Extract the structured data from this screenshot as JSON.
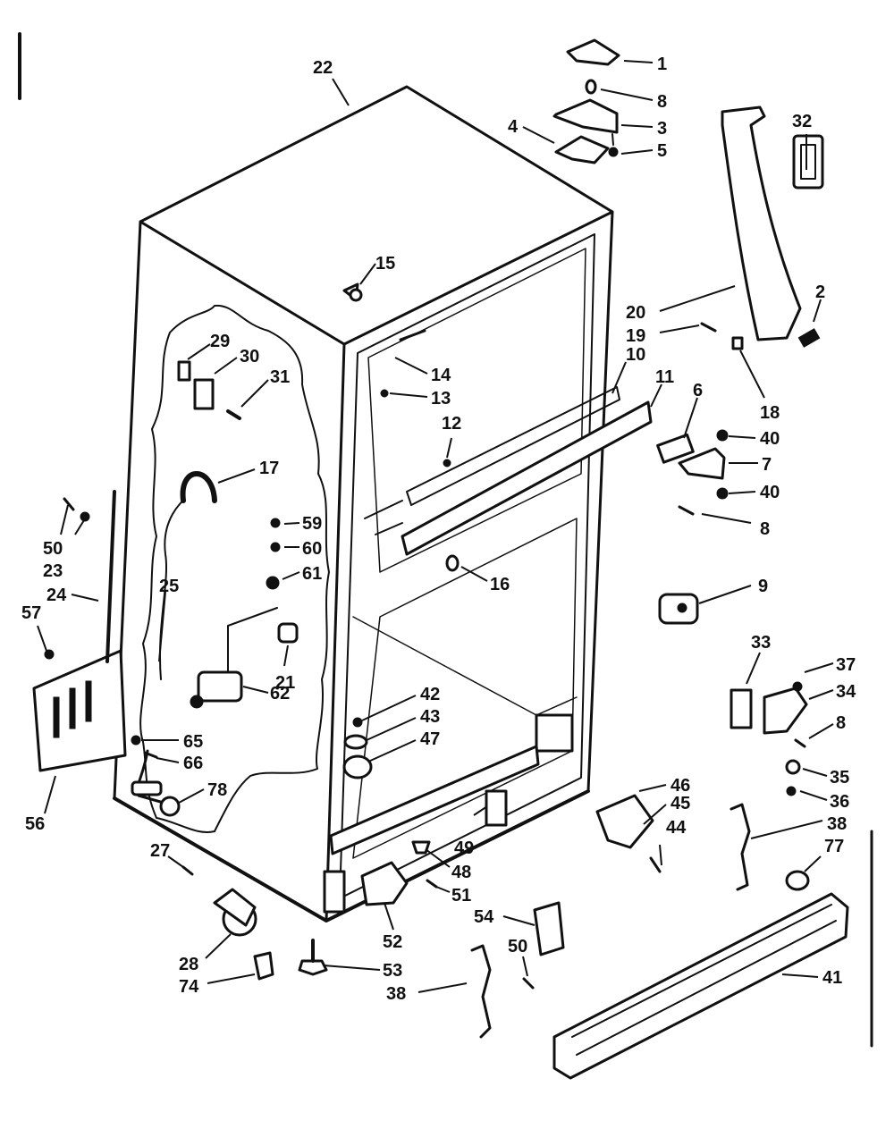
{
  "labels": {
    "p1": "1",
    "p2": "2",
    "p3": "3",
    "p4": "4",
    "p5": "5",
    "p6": "6",
    "p7": "7",
    "p8a": "8",
    "p8b": "8",
    "p8c": "8",
    "p9": "9",
    "p10": "10",
    "p11": "11",
    "p12": "12",
    "p13": "13",
    "p14": "14",
    "p15": "15",
    "p16": "16",
    "p17": "17",
    "p18": "18",
    "p19": "19",
    "p20": "20",
    "p21": "21",
    "p22": "22",
    "p23": "23",
    "p24": "24",
    "p25": "25",
    "p27": "27",
    "p28": "28",
    "p29": "29",
    "p30": "30",
    "p31": "31",
    "p32": "32",
    "p33": "33",
    "p34": "34",
    "p35": "35",
    "p36": "36",
    "p37": "37",
    "p38a": "38",
    "p38b": "38",
    "p40a": "40",
    "p40b": "40",
    "p41": "41",
    "p42": "42",
    "p43": "43",
    "p44": "44",
    "p45": "45",
    "p46": "46",
    "p47": "47",
    "p48": "48",
    "p49": "49",
    "p50a": "50",
    "p50b": "50",
    "p51": "51",
    "p52": "52",
    "p53": "53",
    "p54": "54",
    "p56": "56",
    "p57": "57",
    "p59": "59",
    "p60": "60",
    "p61": "61",
    "p62": "62",
    "p65": "65",
    "p66": "66",
    "p74": "74",
    "p77": "77",
    "p78": "78"
  }
}
